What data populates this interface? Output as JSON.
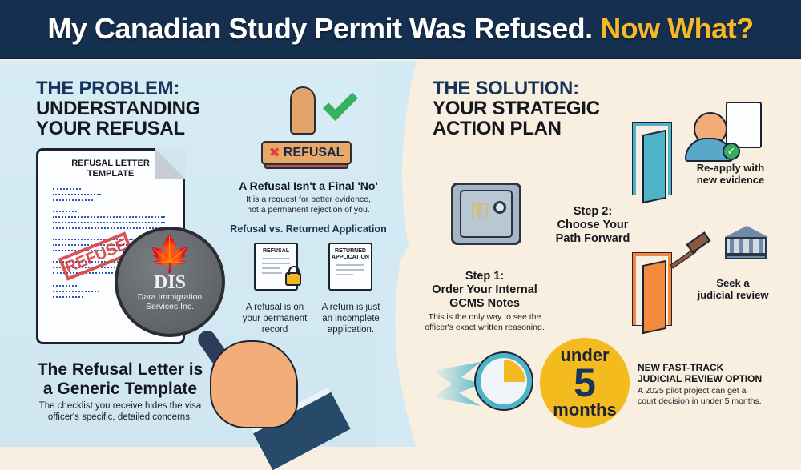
{
  "header": {
    "title_main": "My Canadian Study Permit Was Refused.",
    "title_accent": "Now What?",
    "bg_color": "#15304f",
    "accent_color": "#f5b82a"
  },
  "problem": {
    "title_line1": "THE PROBLEM:",
    "title_line2": "UNDERSTANDING",
    "title_line3": "YOUR REFUSAL",
    "letter": {
      "title_line1": "REFUSAL LETTER",
      "title_line2": "TEMPLATE",
      "stamp_text": "REFUSE"
    },
    "logo": {
      "acronym": "DIS",
      "name_line1": "Dara Immigration",
      "name_line2": "Services Inc.",
      "leaf_icon": "maple-leaf-icon"
    },
    "generic_heading_line1": "The Refusal Letter is",
    "generic_heading_line2": "a Generic Template",
    "generic_body_line1": "The checklist you receive hides the visa",
    "generic_body_line2": "officer's specific, detailed concerns.",
    "stamp_label": "REFUSAL",
    "not_final_heading": "A Refusal Isn't a Final 'No'",
    "not_final_body_line1": "It is a request for better evidence,",
    "not_final_body_line2": "not a permanent rejection of you.",
    "compare_heading": "Refusal vs. Returned Application",
    "refusal_doc_label": "REFUSAL",
    "refusal_caption_line1": "A refusal is on",
    "refusal_caption_line2": "your permanent",
    "refusal_caption_line3": "record",
    "returned_doc_label_line1": "RETURNED",
    "returned_doc_label_line2": "APPLICATION",
    "returned_caption_line1": "A return is just",
    "returned_caption_line2": "an incomplete",
    "returned_caption_line3": "application."
  },
  "solution": {
    "title_line1": "THE SOLUTION:",
    "title_line2": "YOUR STRATEGIC",
    "title_line3": "ACTION PLAN",
    "step1": {
      "label": "Step 1:",
      "title_line1": "Order Your Internal",
      "title_line2": "GCMS Notes",
      "body_line1": "This is the only way to see the",
      "body_line2": "officer's exact written reasoning."
    },
    "step2": {
      "label": "Step 2:",
      "title_line1": "Choose Your",
      "title_line2": "Path Forward"
    },
    "path_reapply_line1": "Re-apply with",
    "path_reapply_line2": "new evidence",
    "path_review_line1": "Seek a",
    "path_review_line2": "judicial review",
    "badge": {
      "prefix": "under",
      "number": "5",
      "suffix": "months",
      "color": "#f4bb1f"
    },
    "fast_track_heading_line1": "NEW FAST-TRACK",
    "fast_track_heading_line2": "JUDICIAL REVIEW OPTION",
    "fast_track_body_line1": "A 2025 pilot project can get a",
    "fast_track_body_line2": "court decision in under 5 months."
  },
  "colors": {
    "left_bg": "#d7ecf4",
    "right_bg": "#f8efe0",
    "door_blue": "#4fb3c7",
    "door_orange": "#f28a3a",
    "check_green": "#36b15e",
    "refusal_red": "#d8423e"
  }
}
